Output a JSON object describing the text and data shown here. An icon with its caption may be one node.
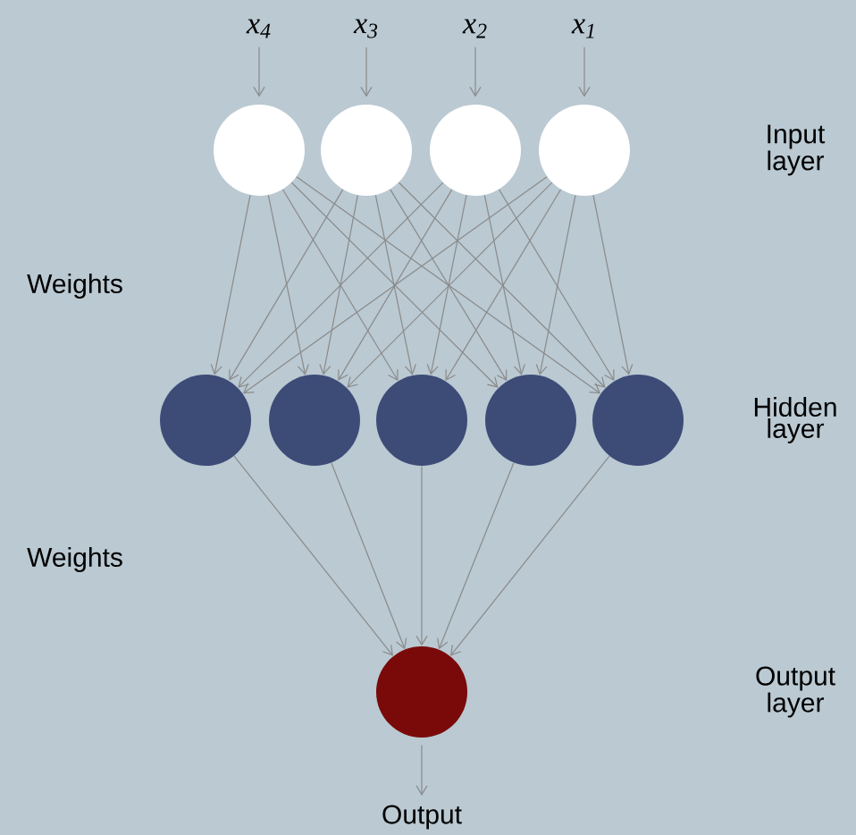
{
  "diagram": {
    "nodes": [
      {
        "text": [
          "x$_{4}$"
        ]
      },
      {
        "text": [
          "x$_{3}$"
        ]
      },
      {
        "text": [
          "x$_{2}$"
        ]
      },
      {
        "text": [
          "x$_{1}$"
        ]
      },
      {
        "text": [],
        "shape": "circle"
      },
      {
        "text": [],
        "shape": "circle"
      },
      {
        "text": [],
        "shape": "circle"
      },
      {
        "text": [],
        "shape": "circle"
      },
      {
        "text": [],
        "shape": "circle"
      },
      {
        "text": [],
        "shape": "circle"
      },
      {
        "text": [],
        "shape": "circle"
      },
      {
        "text": [],
        "shape": "circle"
      },
      {
        "text": [],
        "shape": "circle"
      },
      {
        "text": [],
        "shape": "circle"
      },
      {
        "text": [
          "Output"
        ]
      }
    ],
    "edges": [
      {
        "from": 0,
        "to": 4,
        "arrow": "to"
      },
      {
        "from": 1,
        "to": 5,
        "arrow": "to"
      },
      {
        "from": 2,
        "to": 6,
        "arrow": "to"
      },
      {
        "from": 3,
        "to": 7,
        "arrow": "to"
      },
      {
        "from": 4,
        "to": 8,
        "arrow": "to"
      },
      {
        "from": 4,
        "to": 9,
        "arrow": "to"
      },
      {
        "from": 4,
        "to": 10,
        "arrow": "to"
      },
      {
        "from": 4,
        "to": 11,
        "arrow": "to"
      },
      {
        "from": 4,
        "to": 12,
        "arrow": "to"
      },
      {
        "from": 5,
        "to": 8,
        "arrow": "to"
      },
      {
        "from": 5,
        "to": 9,
        "arrow": "to"
      },
      {
        "from": 5,
        "to": 10,
        "arrow": "to"
      },
      {
        "from": 5,
        "to": 11,
        "arrow": "to"
      },
      {
        "from": 5,
        "to": 12,
        "arrow": "to"
      },
      {
        "from": 6,
        "to": 8,
        "arrow": "to"
      },
      {
        "from": 6,
        "to": 9,
        "arrow": "to"
      },
      {
        "from": 6,
        "to": 10,
        "arrow": "to"
      },
      {
        "from": 6,
        "to": 11,
        "arrow": "to"
      },
      {
        "from": 6,
        "to": 12,
        "arrow": "to"
      },
      {
        "from": 7,
        "to": 8,
        "arrow": "to"
      },
      {
        "from": 7,
        "to": 9,
        "arrow": "to"
      },
      {
        "from": 7,
        "to": 10,
        "arrow": "to"
      },
      {
        "from": 7,
        "to": 11,
        "arrow": "to"
      },
      {
        "from": 7,
        "to": 12,
        "arrow": "to"
      },
      {
        "from": 8,
        "to": 13,
        "arrow": "to"
      },
      {
        "from": 9,
        "to": 13,
        "arrow": "to"
      },
      {
        "from": 10,
        "to": 13,
        "arrow": "to"
      },
      {
        "from": 11,
        "to": 13,
        "arrow": "to"
      },
      {
        "from": 12,
        "to": 13,
        "arrow": "to"
      },
      {
        "from": 13,
        "to": 14,
        "arrow": "to"
      }
    ],
    "labels": [
      "Input layer",
      "Weights",
      "Hidden layer",
      "Weights",
      "Output layer"
    ]
  }
}
